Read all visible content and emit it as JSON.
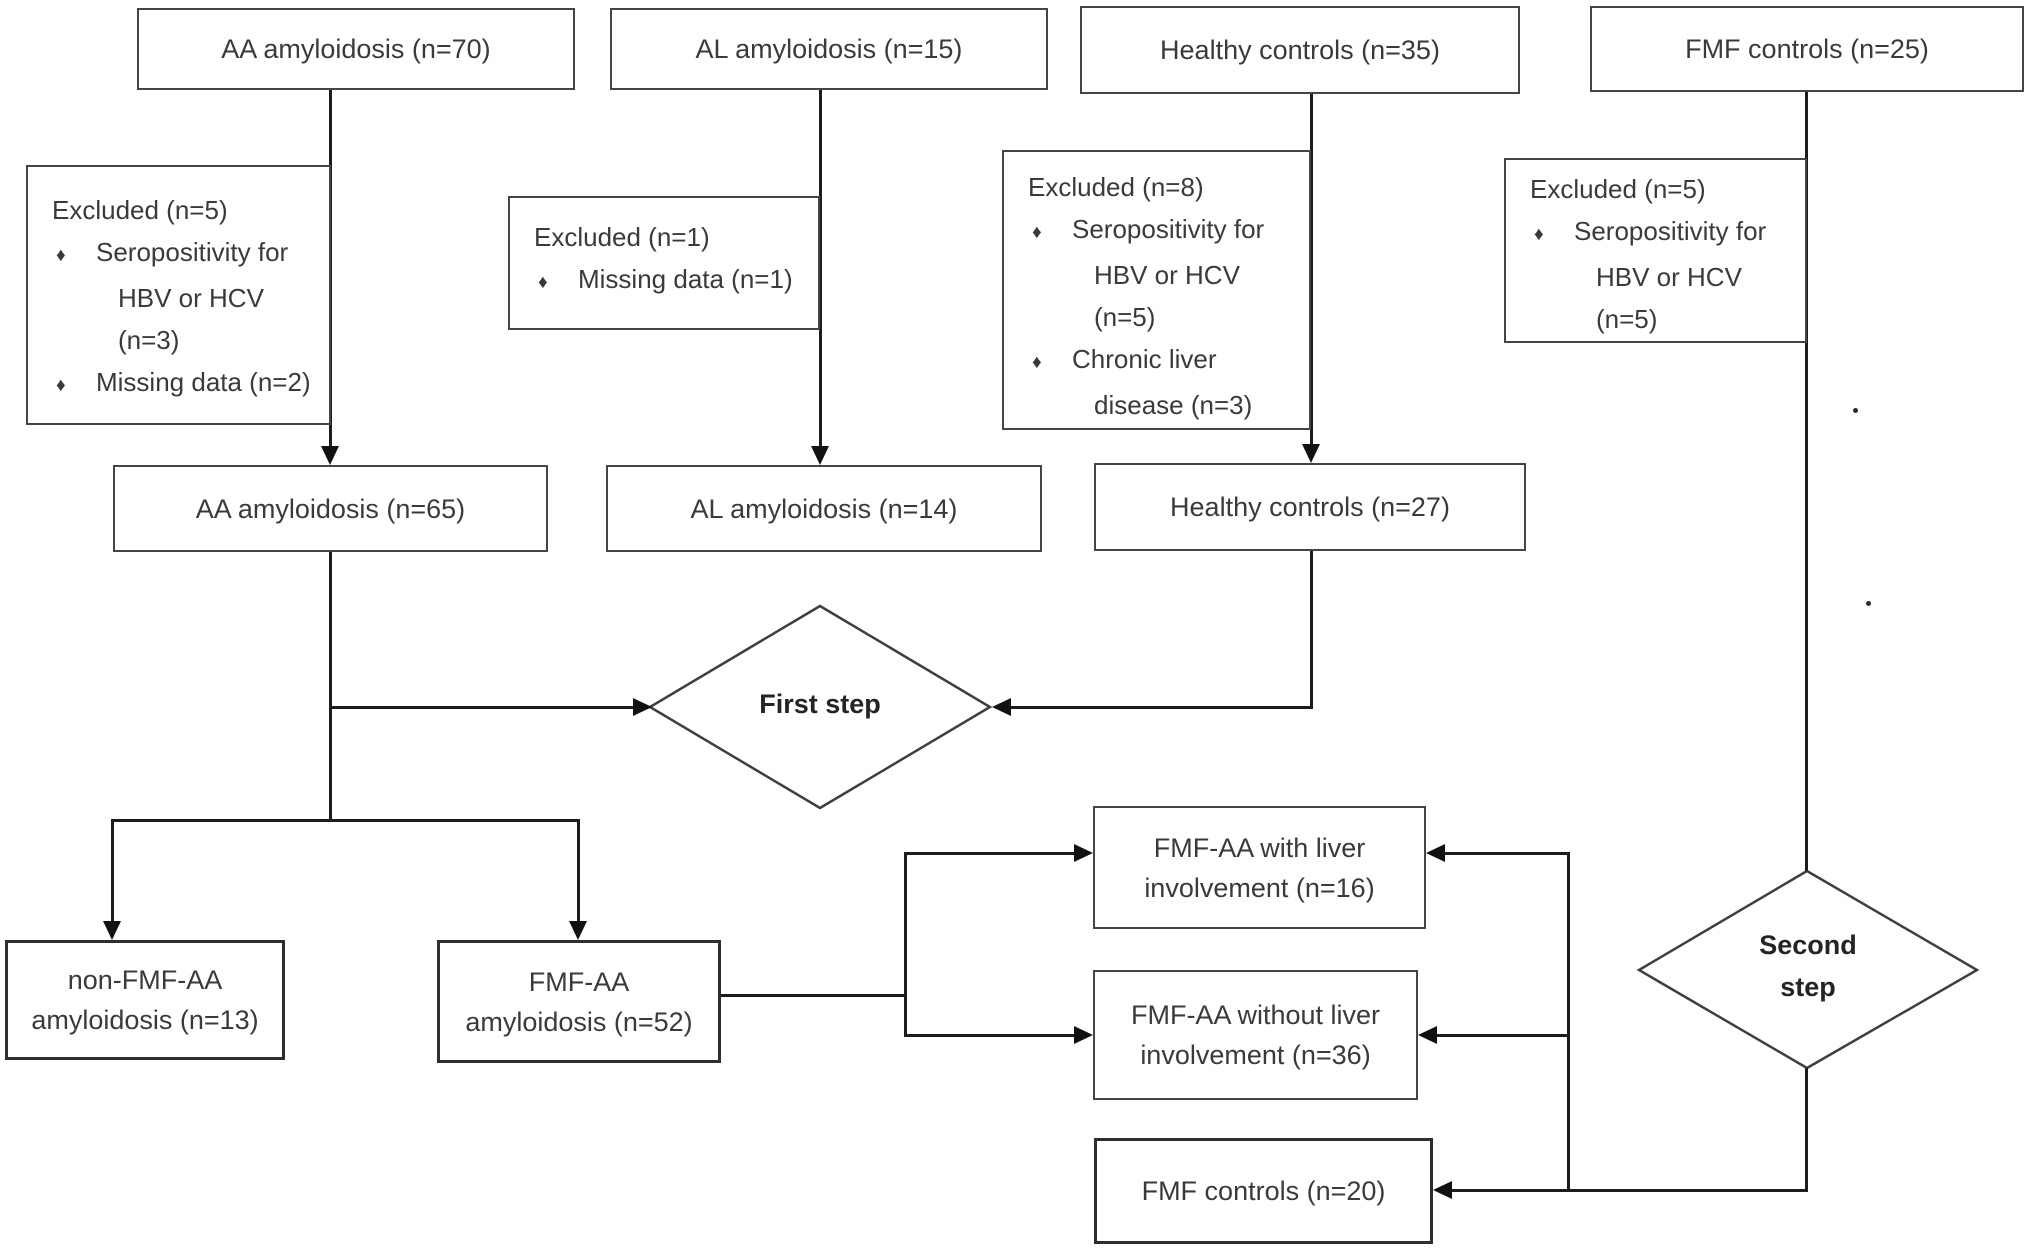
{
  "glyphs": {
    "bullet": "♦"
  },
  "nodes": {
    "aa70": "AA amyloidosis (n=70)",
    "al15": "AL amyloidosis (n=15)",
    "hc35": "Healthy controls (n=35)",
    "fmf25": "FMF controls (n=25)",
    "aa65": "AA amyloidosis (n=65)",
    "al14": "AL amyloidosis (n=14)",
    "hc27": "Healthy controls (n=27)",
    "nonfmf": {
      "line1": "non-FMF-AA",
      "line2": "amyloidosis (n=13)"
    },
    "fmfaa": {
      "line1": "FMF-AA",
      "line2": "amyloidosis (n=52)"
    },
    "withliver": {
      "line1": "FMF-AA with liver",
      "line2": "involvement (n=16)"
    },
    "withoutliver": {
      "line1": "FMF-AA without liver",
      "line2": "involvement (n=36)"
    },
    "fmf20": "FMF controls (n=20)"
  },
  "exclusions": {
    "aa": {
      "title": "Excluded (n=5)",
      "items": [
        {
          "lines": [
            "Seropositivity for",
            "HBV or HCV",
            "(n=3)"
          ]
        },
        {
          "lines": [
            "Missing data (n=2)"
          ]
        }
      ]
    },
    "al": {
      "title": "Excluded (n=1)",
      "items": [
        {
          "lines": [
            "Missing data (n=1)"
          ]
        }
      ]
    },
    "hc": {
      "title": "Excluded (n=8)",
      "items": [
        {
          "lines": [
            "Seropositivity for",
            "HBV or HCV",
            "(n=5)"
          ]
        },
        {
          "lines": [
            "Chronic liver",
            "disease (n=3)"
          ]
        }
      ]
    },
    "fmf": {
      "title": "Excluded (n=5)",
      "items": [
        {
          "lines": [
            "Seropositivity for",
            "HBV or HCV",
            "(n=5)"
          ]
        }
      ]
    }
  },
  "decisions": {
    "first": {
      "label": "First step"
    },
    "second": {
      "line1": "Second",
      "line2": "step"
    }
  },
  "colors": {
    "line": "#1c1c1c",
    "border": "#454545",
    "text": "#3a3a3a",
    "background": "#ffffff"
  }
}
